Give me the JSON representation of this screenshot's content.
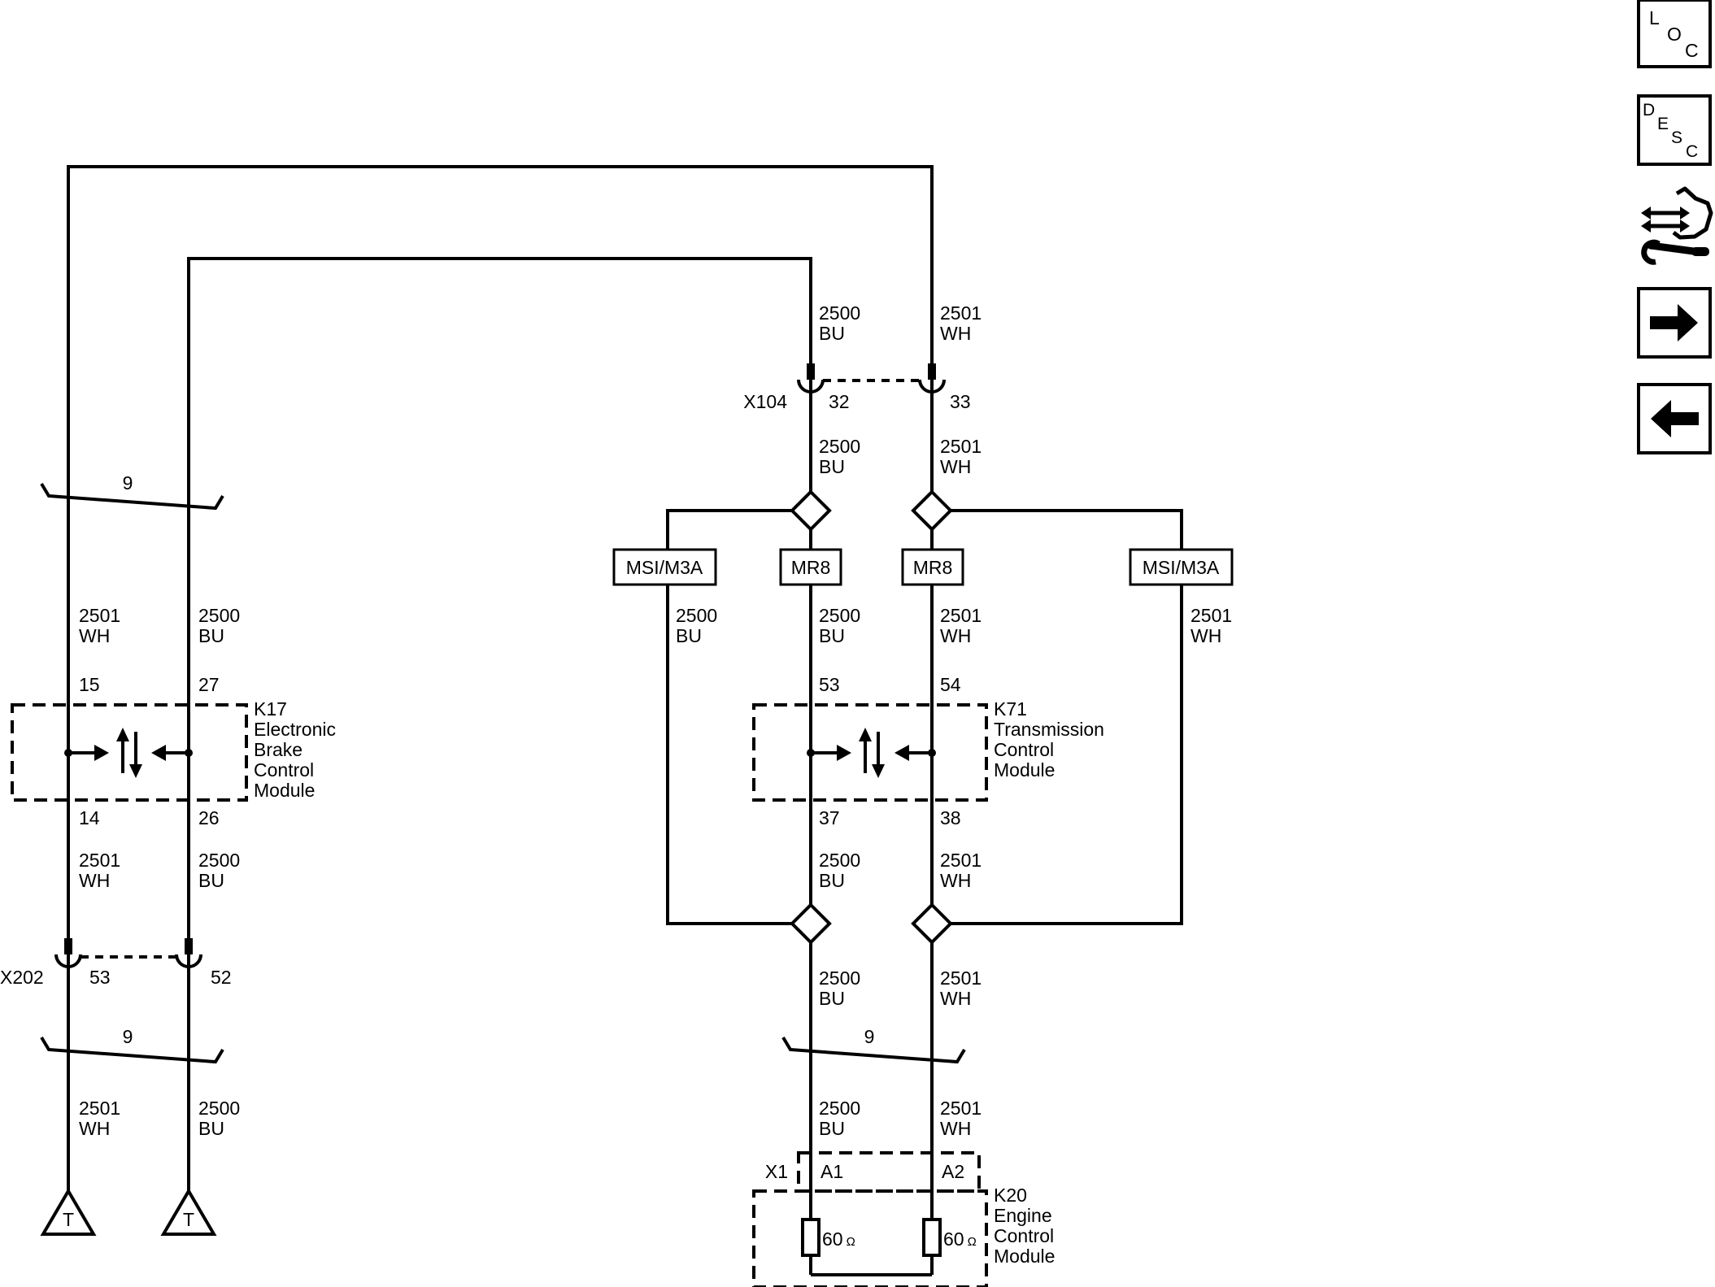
{
  "labels": {
    "wire_2500": "2500",
    "wire_2501": "2501",
    "color_bu": "BU",
    "color_wh": "WH",
    "x104": "X104",
    "x104_pin_32": "32",
    "x104_pin_33": "33",
    "x202": "X202",
    "x202_pin_53": "53",
    "x202_pin_52": "52",
    "x1": "X1",
    "x1_pin_a1": "A1",
    "x1_pin_a2": "A2",
    "harness_9": "9",
    "option_msi_m3a": "MSI/M3A",
    "option_mr8": "MR8",
    "k17_pin_15": "15",
    "k17_pin_27": "27",
    "k17_pin_14": "14",
    "k17_pin_26": "26",
    "k71_pin_53": "53",
    "k71_pin_54": "54",
    "k71_pin_37": "37",
    "k71_pin_38": "38",
    "terminator": "T",
    "resistor_value": "60",
    "ohm": "Ω"
  },
  "modules": {
    "k17": [
      "K17",
      "Electronic",
      "Brake",
      "Control",
      "Module"
    ],
    "k71": [
      "K71",
      "Transmission",
      "Control",
      "Module"
    ],
    "k20": [
      "K20",
      "Engine",
      "Control",
      "Module"
    ]
  },
  "nav": {
    "loc": [
      "L",
      "O",
      "C"
    ],
    "desc": [
      "D",
      "E",
      "S",
      "C"
    ],
    "icons": [
      "loc-button",
      "desc-button",
      "connector-repair-icon",
      "next-arrow-button",
      "previous-arrow-button"
    ]
  }
}
